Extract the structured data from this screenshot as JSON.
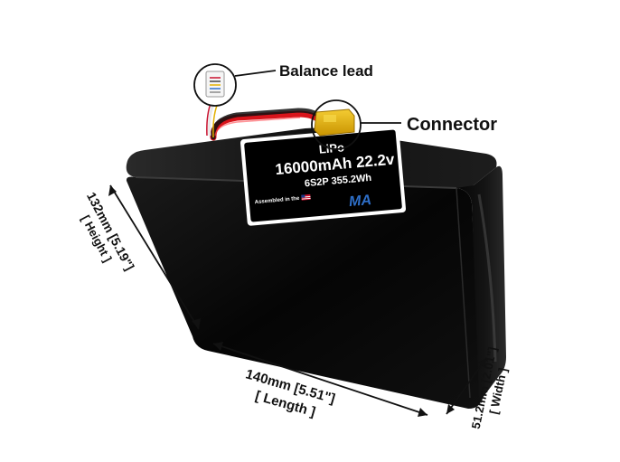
{
  "callouts": {
    "balance_lead": "Balance lead",
    "connector": "Connector"
  },
  "battery_label": {
    "chemistry": "LiPo",
    "capacity_voltage": "16000mAh 22.2v",
    "config_energy": "6S2P 355.2Wh",
    "assembled": "Assembled in the",
    "logo_text": "MA"
  },
  "dimensions": {
    "height_value": "132mm [5.19\"]",
    "height_label": "[ Height ]",
    "length_value": "140mm [5.51\"]",
    "length_label": "[ Length ]",
    "width_value": "51.2mm [2.01\"]",
    "width_label": "[ Width ]"
  },
  "colors": {
    "battery_body": "#0a0a0a",
    "cable_red": "#d8141b",
    "connector_yellow": "#e6b400",
    "label_bg": "#000000",
    "logo_blue": "#2e6fc9"
  }
}
